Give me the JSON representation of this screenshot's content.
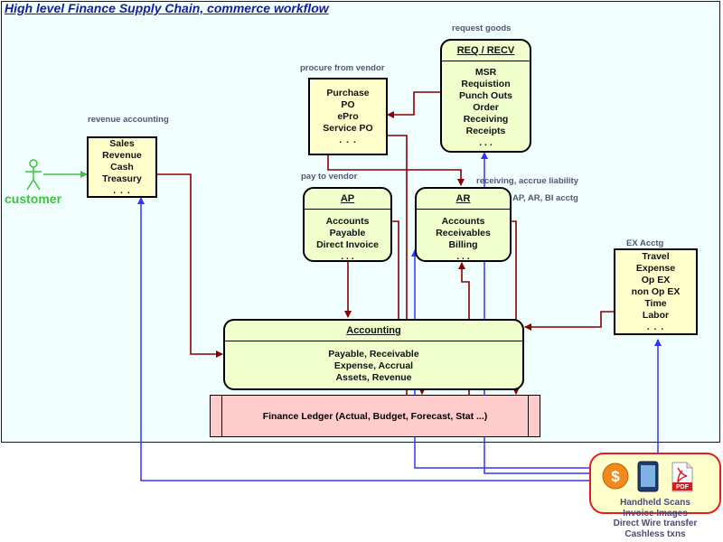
{
  "title": "High level Finance Supply Chain, commerce workflow",
  "captions": {
    "request_goods": "request goods",
    "procure_from_vendor": "procure from vendor",
    "revenue_accounting": "revenue accounting",
    "pay_to_vendor": "pay to vendor",
    "receiving_accrue": "receiving, accrue liability",
    "ap_ar_bi": "AP, AR, BI acctg",
    "ex_acctg": "EX Acctg"
  },
  "customer": {
    "label": "customer"
  },
  "sales_box": {
    "lines": [
      "Sales",
      "Revenue",
      "Cash",
      "Treasury",
      ". . ."
    ]
  },
  "purchase_box": {
    "lines": [
      "Purchase",
      "PO",
      "ePro",
      "Service PO",
      ". . ."
    ]
  },
  "req_box": {
    "header": "REQ / RECV",
    "lines": [
      "MSR",
      "Requistion",
      "Punch Outs",
      "Order",
      "Receiving",
      "Receipts",
      ". . ."
    ]
  },
  "ap_box": {
    "header": "AP",
    "lines": [
      "Accounts",
      "Payable",
      "Direct Invoice",
      ". . ."
    ]
  },
  "ar_box": {
    "header": "AR",
    "lines": [
      "Accounts",
      "Receivables",
      "Billing",
      ". . ."
    ]
  },
  "ex_box": {
    "lines": [
      "Travel",
      "Expense",
      "Op EX",
      "non Op EX",
      "Time",
      "Labor",
      ". . ."
    ]
  },
  "accounting_box": {
    "header": "Accounting",
    "lines": [
      "Payable, Receivable",
      "Expense, Accrual",
      "Assets, Revenue"
    ]
  },
  "ledger": {
    "label": "Finance Ledger (Actual, Budget, Forecast, Stat ...)"
  },
  "sources": {
    "pdf_label": "PDF",
    "lines": [
      "Handheld Scans",
      "Invoice Images",
      "Direct Wire transfer",
      "Cashless txns"
    ]
  },
  "colors": {
    "flow_red": "#8b0000",
    "flow_blue": "#3333ff",
    "customer_green": "#40c040"
  }
}
